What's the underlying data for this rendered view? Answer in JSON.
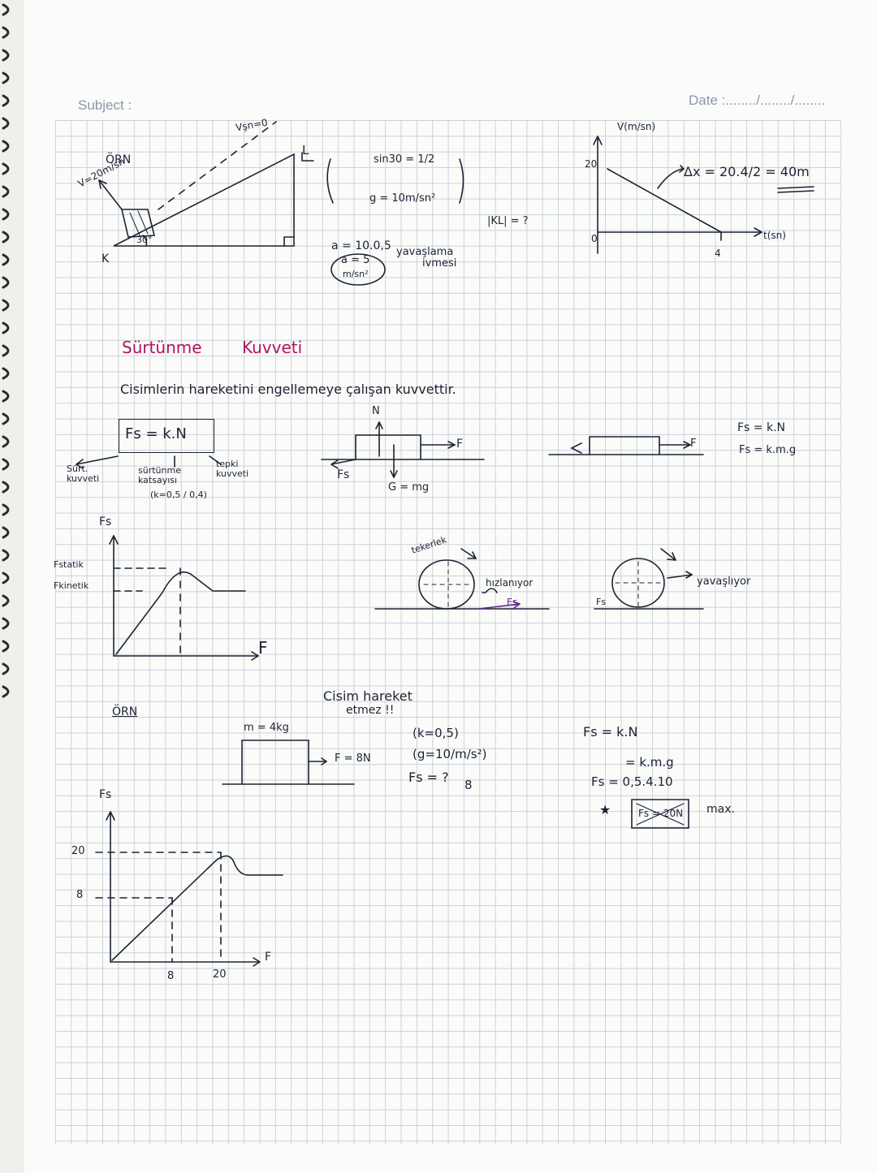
{
  "header": {
    "subject": "Subject :",
    "date": "Date :......../......../........"
  },
  "incline": {
    "title": "ÖRN",
    "v0": "V=20m/sn",
    "vfinal": "Vşn=0",
    "angle": "30°",
    "start": "K",
    "end": "L",
    "sin": "sin30 = 1/2",
    "g": "g = 10m/sn²",
    "question": "|KL| = ?",
    "a1": "a = 10.0,5",
    "a2": "a = 5",
    "a_unit": "m/sn²",
    "decel_1": "yavaşlama",
    "decel_2": "ivmesi"
  },
  "vt_graph": {
    "v_axis": "V(m/sn)",
    "v0": "20",
    "origin": "0",
    "t_end": "4",
    "t_axis": "t(sn)",
    "dx": "Δx = 20.4/2 = 40m"
  },
  "friction": {
    "title_1": "Sürtünme",
    "title_2": "Kuvveti",
    "definition": "Cisimlerin hareketini engellemeye çalışan kuvvettir.",
    "formula": "Fs = k.N",
    "label_fs": "Sürt. kuvveti",
    "label_k": "sürtünme katsayısı",
    "label_k_range": "(k=0,5 / 0,4)",
    "label_n": "tepki kuvveti",
    "n": "N",
    "f": "F",
    "fs": "Fs",
    "g": "G = mg",
    "right_f1": "Fs = k.N",
    "right_f2": "Fs = k.m.g"
  },
  "graph1": {
    "y_axis": "Fs",
    "statik": "Fstatik",
    "kinetik": "Fkinetik",
    "x_axis": "F"
  },
  "wheels": {
    "wheel_label": "tekerlek",
    "accel": "hızlanıyor",
    "fs_right": "Fs",
    "fs_left": "Fs",
    "decel": "yavaşlıyor"
  },
  "example2": {
    "title": "ÖRN",
    "mass": "m = 4kg",
    "force": "F = 8N",
    "no_move_1": "Cisim hareket",
    "no_move_2": "etmez !!",
    "k": "(k=0,5)",
    "g": "(g=10/m/s²)",
    "fs_q": "Fs = ?",
    "fs_answer": "8",
    "s1": "Fs = k.N",
    "s2": "= k.m.g",
    "s3": "Fs = 0,5.4.10",
    "s4_star": "★",
    "s4_box": "Fs = 20N",
    "s4_max": "max."
  },
  "graph2": {
    "y_axis": "Fs",
    "y20": "20",
    "y8": "8",
    "x8": "8",
    "x20": "20",
    "x_axis": "F"
  }
}
